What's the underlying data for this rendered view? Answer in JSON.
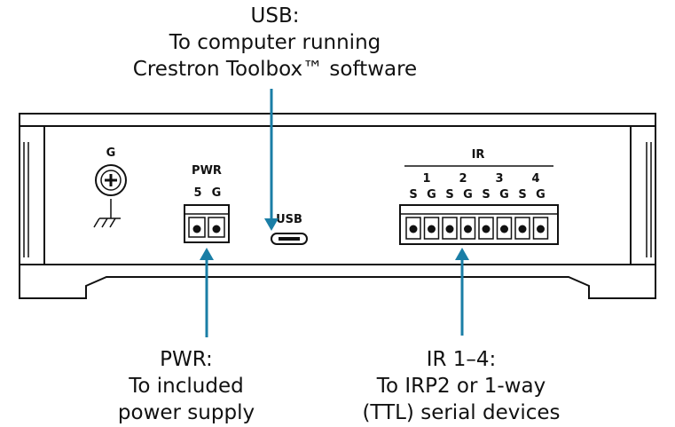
{
  "callouts": {
    "usb": {
      "line1": "USB:",
      "line2": "To computer running",
      "line3": "Crestron Toolbox™ software"
    },
    "pwr": {
      "line1": "PWR:",
      "line2": "To included",
      "line3": "power supply"
    },
    "ir": {
      "line1": "IR 1–4:",
      "line2": "To IRP2 or 1-way",
      "line3": "(TTL) serial devices"
    }
  },
  "panel": {
    "ground_label": "G",
    "pwr": {
      "title": "PWR",
      "pin_5": "5",
      "pin_g": "G"
    },
    "usb_label": "USB",
    "ir": {
      "title": "IR",
      "channels": [
        "1",
        "2",
        "3",
        "4"
      ],
      "pins": [
        "S",
        "G",
        "S",
        "G",
        "S",
        "G",
        "S",
        "G"
      ]
    }
  },
  "colors": {
    "arrow": "#1a7ea6",
    "outline": "#111111",
    "background": "#ffffff"
  }
}
